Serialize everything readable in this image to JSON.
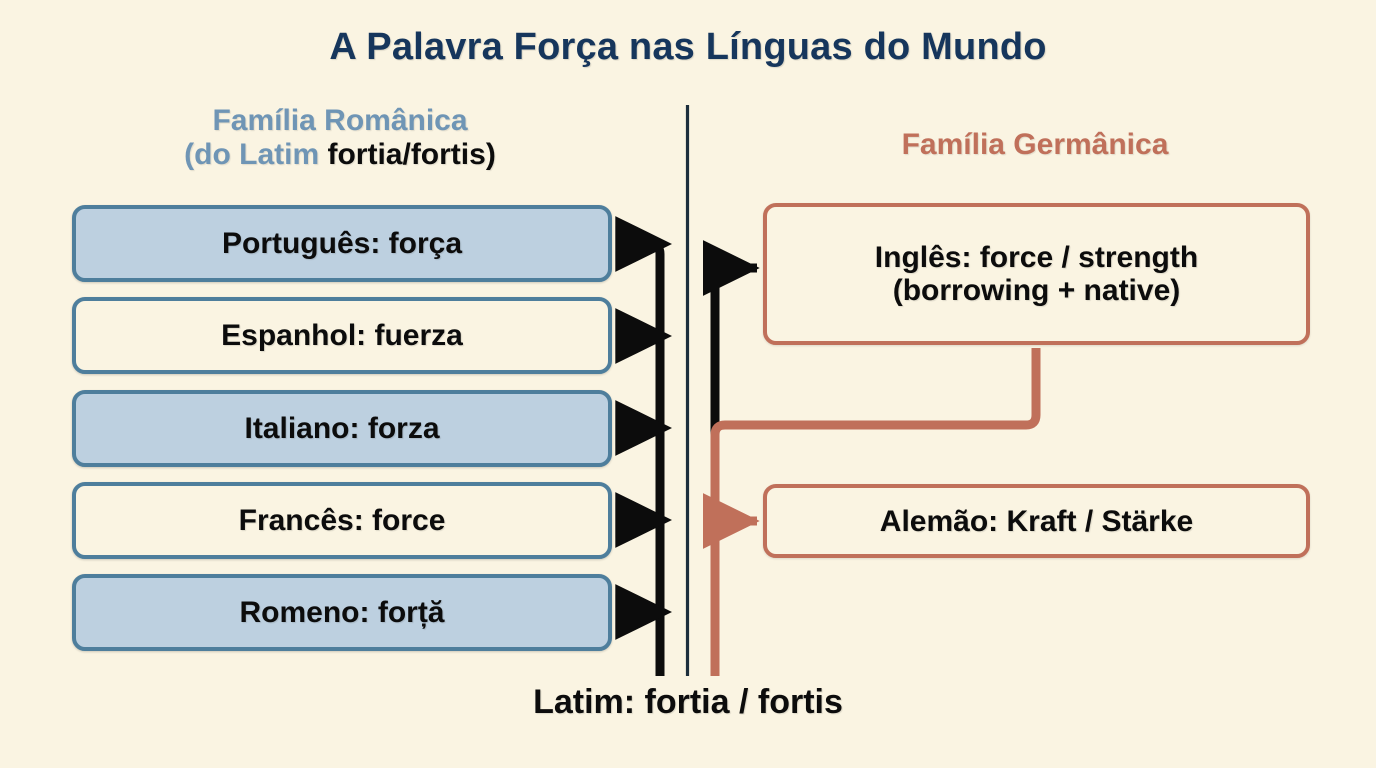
{
  "title": "A Palavra Força nas Línguas do Mundo",
  "columns": {
    "left": {
      "heading_line1": "Família Românica",
      "heading_line2_prefix": "(do Latim ",
      "heading_line2_source": "fortia/fortis",
      "heading_line2_suffix": ")",
      "accent_color": "#6f95b5"
    },
    "right": {
      "heading": "Família Germânica",
      "accent_color": "#c0705a"
    }
  },
  "romance_nodes": [
    {
      "label": "Português: força",
      "fill": "filled"
    },
    {
      "label": "Espanhol: fuerza",
      "fill": "hollow"
    },
    {
      "label": "Italiano: forza",
      "fill": "filled"
    },
    {
      "label": "Francês: force",
      "fill": "hollow"
    },
    {
      "label": "Romeno: forță",
      "fill": "filled"
    }
  ],
  "germanic_nodes": [
    {
      "label_line1": "Inglês: force / strength",
      "label_line2": "(borrowing + native)"
    },
    {
      "label_line1": "Alemão: Kraft / Stärke",
      "label_line2": ""
    }
  ],
  "latin_root": "Latim: fortia / fortis",
  "palette": {
    "background": "#faf4e2",
    "title_blue": "#16365c",
    "romance_border": "#4e7e9c",
    "romance_fill": "#bdd0e0",
    "germanic_border": "#c0705a",
    "divider": "#1c2e3c",
    "arrow_black": "#0c0c0c"
  }
}
